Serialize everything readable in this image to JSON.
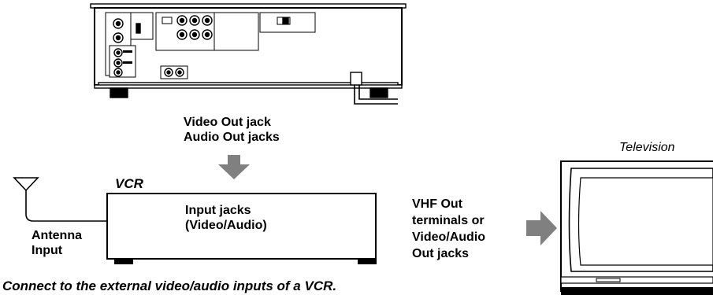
{
  "labels": {
    "player_out_line1": "Video Out jack",
    "player_out_line2": "Audio Out jacks",
    "vcr": "VCR",
    "vcr_input_line1": "Input jacks",
    "vcr_input_line2": "(Video/Audio)",
    "antenna_line1": "Antenna",
    "antenna_line2": "Input",
    "vcr_out_line1": "VHF Out",
    "vcr_out_line2": "terminals or",
    "vcr_out_line3": "Video/Audio",
    "vcr_out_line4": "Out jacks",
    "television": "Television"
  },
  "caption": "Connect to the external video/audio inputs of a VCR.",
  "colors": {
    "line": "#000000",
    "arrow": "#808080",
    "panel": "#ffffff"
  }
}
